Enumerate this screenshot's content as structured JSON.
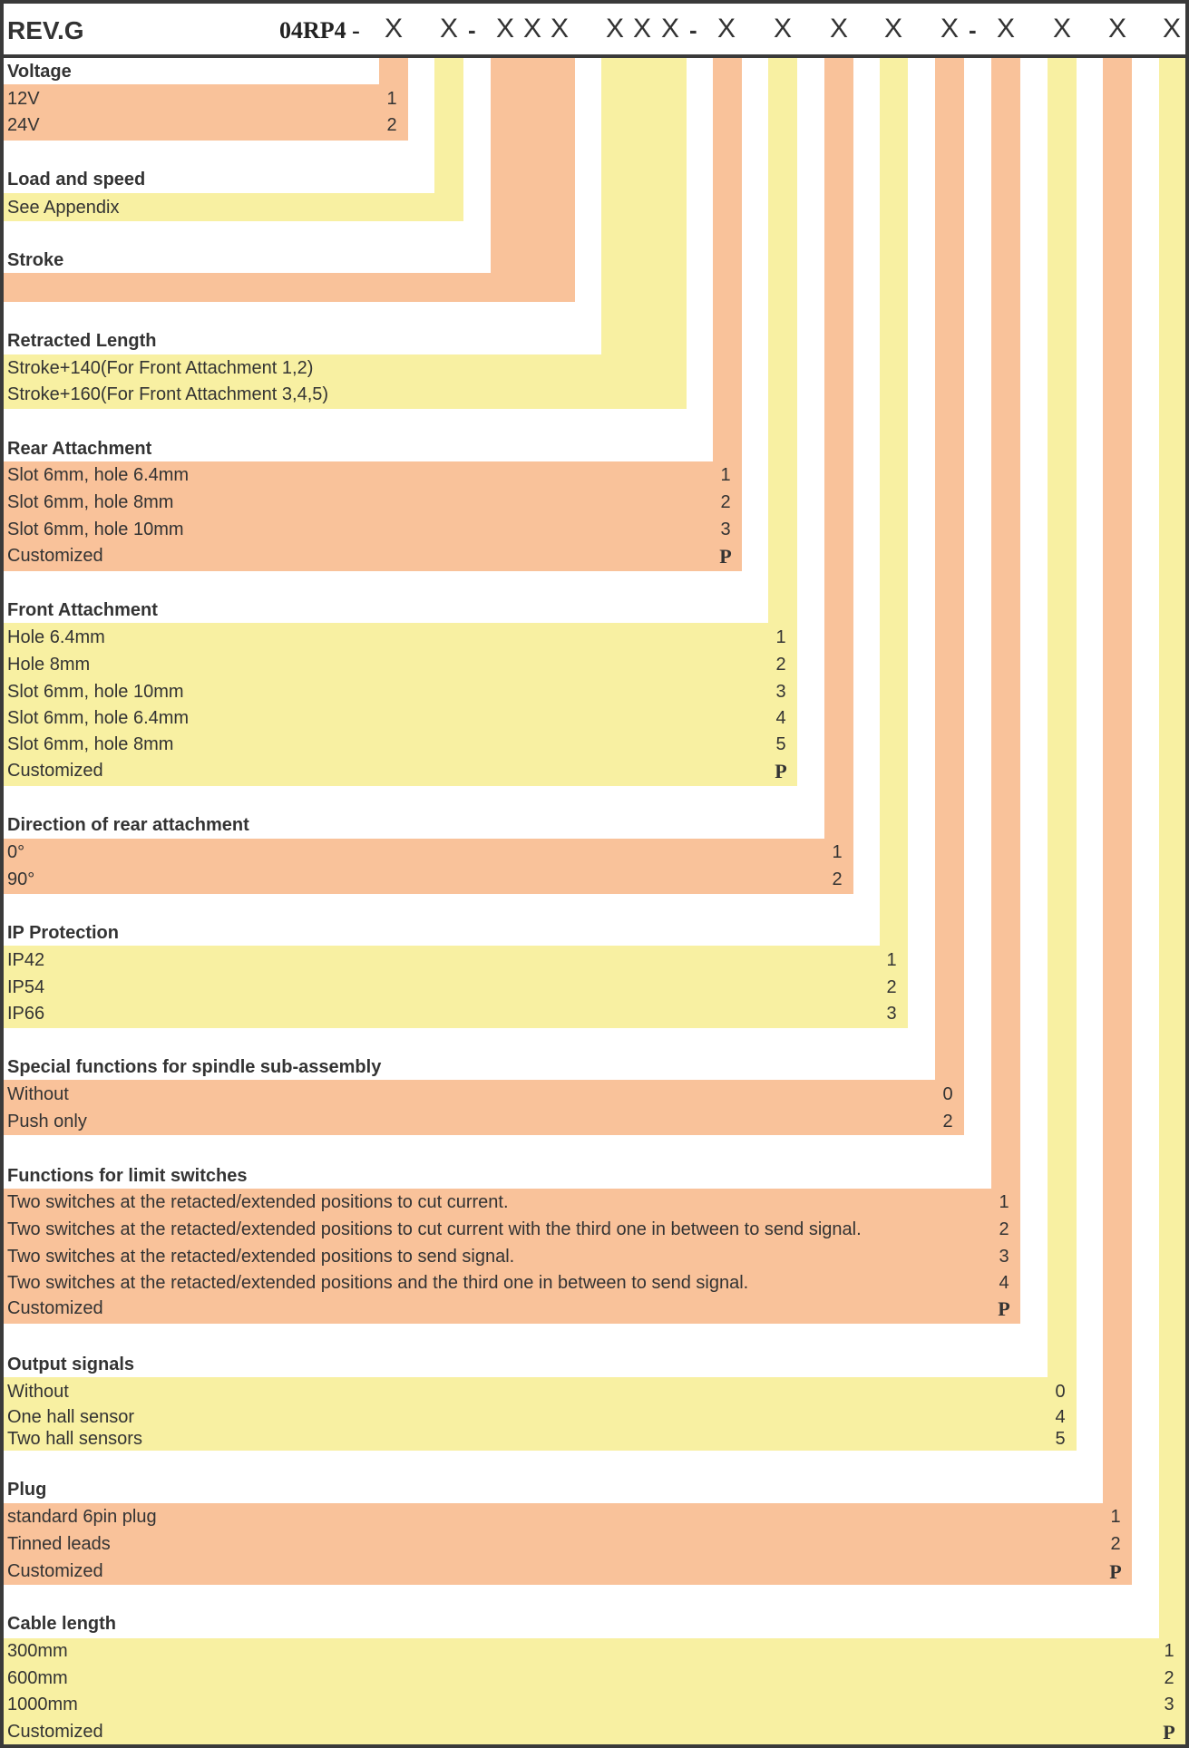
{
  "header": {
    "revision": "REV.G",
    "model": "04RP4 -",
    "code_chars": [
      "X",
      "X",
      "-",
      "X",
      "X",
      "X",
      "X",
      "X",
      "X",
      "-",
      "X",
      "X",
      "X",
      "X",
      "X",
      "-",
      "X",
      "X",
      "X",
      "X"
    ]
  },
  "colors": {
    "orange": "#f9c29a",
    "yellow": "#f8f0a2",
    "frame": "#3a3a3a",
    "text": "#333333"
  },
  "sections": [
    {
      "title": "Voltage",
      "color": "orange",
      "options": [
        {
          "label": "12V",
          "code": "1"
        },
        {
          "label": "24V",
          "code": "2"
        }
      ]
    },
    {
      "title": "Load and speed",
      "color": "yellow",
      "options": [
        {
          "label": "See Appendix",
          "code": ""
        }
      ]
    },
    {
      "title": "Stroke",
      "color": "orange",
      "options": [
        {
          "label": "",
          "code": ""
        }
      ]
    },
    {
      "title": "Retracted Length",
      "color": "yellow",
      "options": [
        {
          "label": "Stroke+140(For Front Attachment 1,2)",
          "code": ""
        },
        {
          "label": "Stroke+160(For Front Attachment 3,4,5)",
          "code": ""
        }
      ]
    },
    {
      "title": "Rear Attachment",
      "color": "orange",
      "options": [
        {
          "label": "Slot 6mm, hole 6.4mm",
          "code": "1"
        },
        {
          "label": "Slot 6mm, hole 8mm",
          "code": "2"
        },
        {
          "label": "Slot 6mm, hole 10mm",
          "code": "3"
        },
        {
          "label": "Customized",
          "code": "P"
        }
      ]
    },
    {
      "title": "Front Attachment",
      "color": "yellow",
      "options": [
        {
          "label": "Hole 6.4mm",
          "code": "1"
        },
        {
          "label": "Hole 8mm",
          "code": "2"
        },
        {
          "label": "Slot  6mm, hole 10mm",
          "code": "3"
        },
        {
          "label": "Slot  6mm, hole 6.4mm",
          "code": "4"
        },
        {
          "label": "Slot  6mm, hole 8mm",
          "code": "5"
        },
        {
          "label": "Customized",
          "code": "P"
        }
      ]
    },
    {
      "title": "Direction of rear attachment",
      "color": "orange",
      "options": [
        {
          "label": "0°",
          "code": "1"
        },
        {
          "label": "90°",
          "code": "2"
        }
      ]
    },
    {
      "title": "IP Protection",
      "color": "yellow",
      "options": [
        {
          "label": "IP42",
          "code": "1"
        },
        {
          "label": "IP54",
          "code": "2"
        },
        {
          "label": "IP66",
          "code": "3"
        }
      ]
    },
    {
      "title": "Special functions for spindle sub-assembly",
      "color": "orange",
      "options": [
        {
          "label": "Without",
          "code": "0"
        },
        {
          "label": "Push only",
          "code": "2"
        }
      ]
    },
    {
      "title": "Functions for limit switches",
      "color": "orange",
      "options": [
        {
          "label": "Two switches at the retacted/extended positions to cut current.",
          "code": "1"
        },
        {
          "label": "Two switches at the retacted/extended positions to cut current with the third one in between to send signal.",
          "code": "2"
        },
        {
          "label": "Two switches at the retacted/extended positions to send signal.",
          "code": "3"
        },
        {
          "label": "Two switches at the retacted/extended positions and the third one in between to send signal.",
          "code": "4"
        },
        {
          "label": "Customized",
          "code": "P"
        }
      ]
    },
    {
      "title": "Output signals",
      "color": "yellow",
      "options": [
        {
          "label": "Without",
          "code": "0"
        },
        {
          "label": "One hall sensor",
          "code": "4"
        },
        {
          "label": "Two hall sensors",
          "code": "5"
        }
      ]
    },
    {
      "title": "Plug",
      "color": "orange",
      "options": [
        {
          "label": "standard 6pin plug",
          "code": "1"
        },
        {
          "label": "Tinned leads",
          "code": "2"
        },
        {
          "label": "Customized",
          "code": "P"
        }
      ]
    },
    {
      "title": "Cable length",
      "color": "yellow",
      "options": [
        {
          "label": "300mm",
          "code": "1"
        },
        {
          "label": "600mm",
          "code": "2"
        },
        {
          "label": "1000mm",
          "code": "3"
        },
        {
          "label": "Customized",
          "code": "P"
        }
      ]
    }
  ]
}
